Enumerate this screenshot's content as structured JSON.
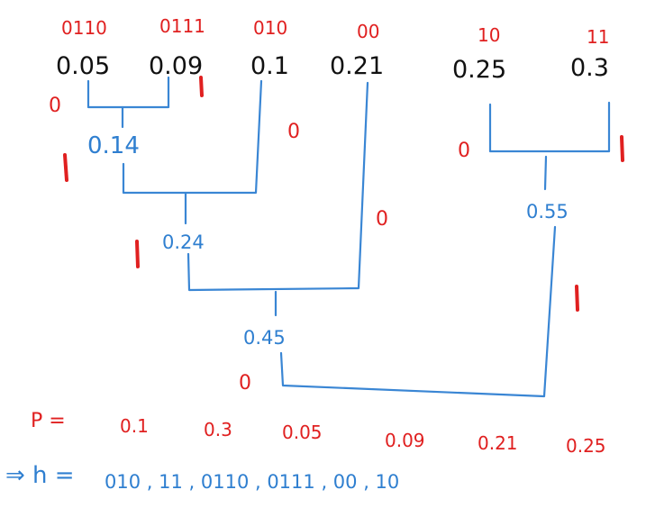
{
  "leaves": [
    {
      "code": "0110",
      "prob": "0.05"
    },
    {
      "code": "0111",
      "prob": "0.09"
    },
    {
      "code": "010",
      "prob": "0.1"
    },
    {
      "code": "00",
      "prob": "0.21"
    },
    {
      "code": "10",
      "prob": "0.25"
    },
    {
      "code": "11",
      "prob": "0.3"
    }
  ],
  "internal": {
    "n014": "0.14",
    "n024": "0.24",
    "n045": "0.45",
    "n055": "0.55"
  },
  "branch_bits": {
    "b_005": "0",
    "b_01": "0",
    "b_021": "0",
    "b_025": "0",
    "b_045": "0",
    "b_root_right": "1"
  },
  "summary": {
    "p_label": "P =",
    "p_values": [
      "0.1",
      "0.3",
      "0.05",
      "0.09",
      "0.21",
      "0.25"
    ],
    "h_label": "⇒ h =",
    "h_values": "010 ,  11 ,  0110 ,  0111 ,  00  ,  10"
  },
  "colors": {
    "ink_black": "#111111",
    "ink_red": "#e02020",
    "ink_blue": "#2f7fd0"
  }
}
